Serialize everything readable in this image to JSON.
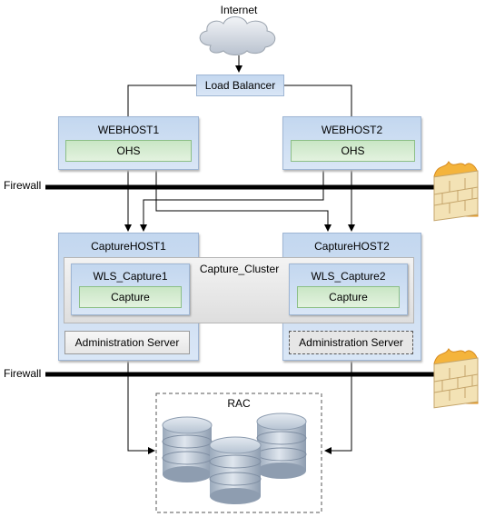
{
  "internet": {
    "label": "Internet"
  },
  "load_balancer": {
    "label": "Load Balancer"
  },
  "webhost1": {
    "title": "WEBHOST1",
    "component": "OHS"
  },
  "webhost2": {
    "title": "WEBHOST2",
    "component": "OHS"
  },
  "firewall_top": {
    "label": "Firewall"
  },
  "capturehost1": {
    "title": "CaptureHOST1",
    "admin_server": "Administration Server"
  },
  "capturehost2": {
    "title": "CaptureHOST2",
    "admin_server": "Administration Server"
  },
  "cluster": {
    "label": "Capture_Cluster"
  },
  "wls1": {
    "title": "WLS_Capture1",
    "component": "Capture"
  },
  "wls2": {
    "title": "WLS_Capture2",
    "component": "Capture"
  },
  "firewall_bottom": {
    "label": "Firewall"
  },
  "rac": {
    "label": "RAC"
  },
  "colors": {
    "host_fill": "#c9dcf1",
    "component_fill": "#d4ecd0",
    "firewall_line": "#000000",
    "wall_brick": "#f3e2b5",
    "wall_fire": "#f4b43c"
  }
}
